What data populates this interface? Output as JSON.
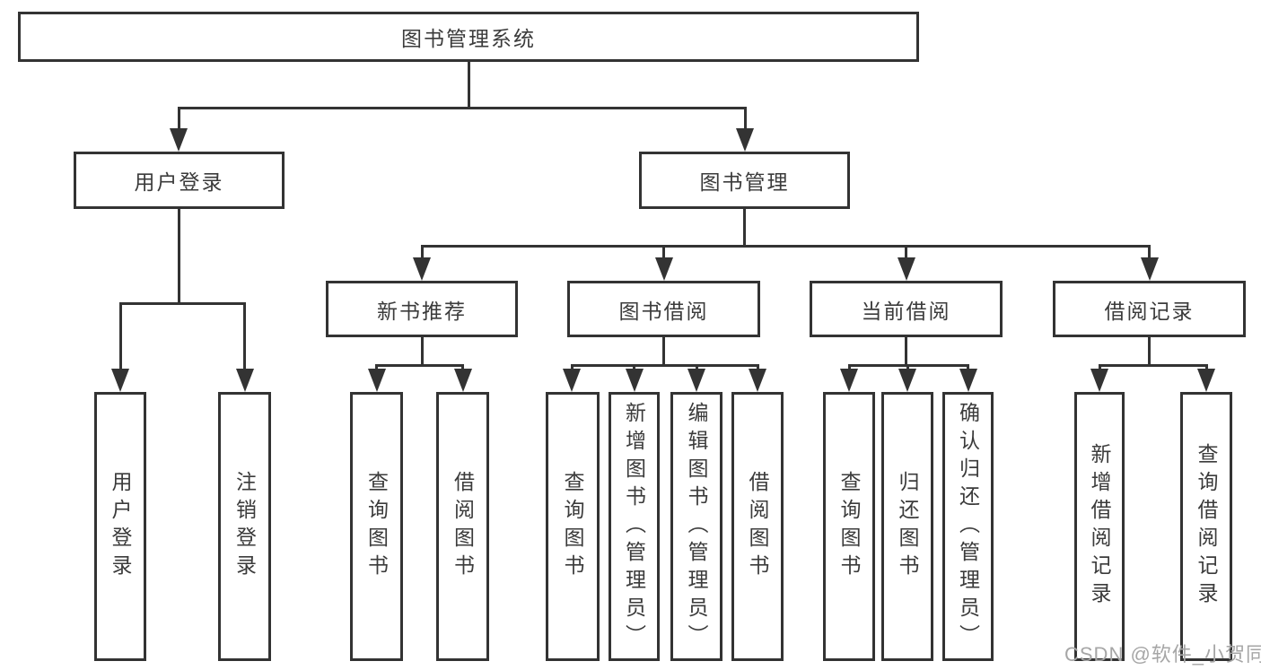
{
  "tree": {
    "root": "图书管理系统",
    "branches": [
      {
        "label": "用户登录",
        "leaves": [
          "用户登录",
          "注销登录"
        ]
      },
      {
        "label": "图书管理",
        "sections": [
          {
            "label": "新书推荐",
            "leaves": [
              "查询图书",
              "借阅图书"
            ]
          },
          {
            "label": "图书借阅",
            "leaves": [
              "查询图书",
              "新增图书（管理员）",
              "编辑图书（管理员）",
              "借阅图书"
            ]
          },
          {
            "label": "当前借阅",
            "leaves": [
              "查询图书",
              "归还图书",
              "确认归还（管理员）"
            ]
          },
          {
            "label": "借阅记录",
            "leaves": [
              "新增借阅记录",
              "查询借阅记录"
            ]
          }
        ]
      }
    ]
  },
  "watermark": "CSDN @软件_小贺同学",
  "colors": {
    "line": "#333333",
    "text": "#3b3b3b",
    "watermark": "#a6a6a6",
    "node_background": "#ffffff"
  }
}
